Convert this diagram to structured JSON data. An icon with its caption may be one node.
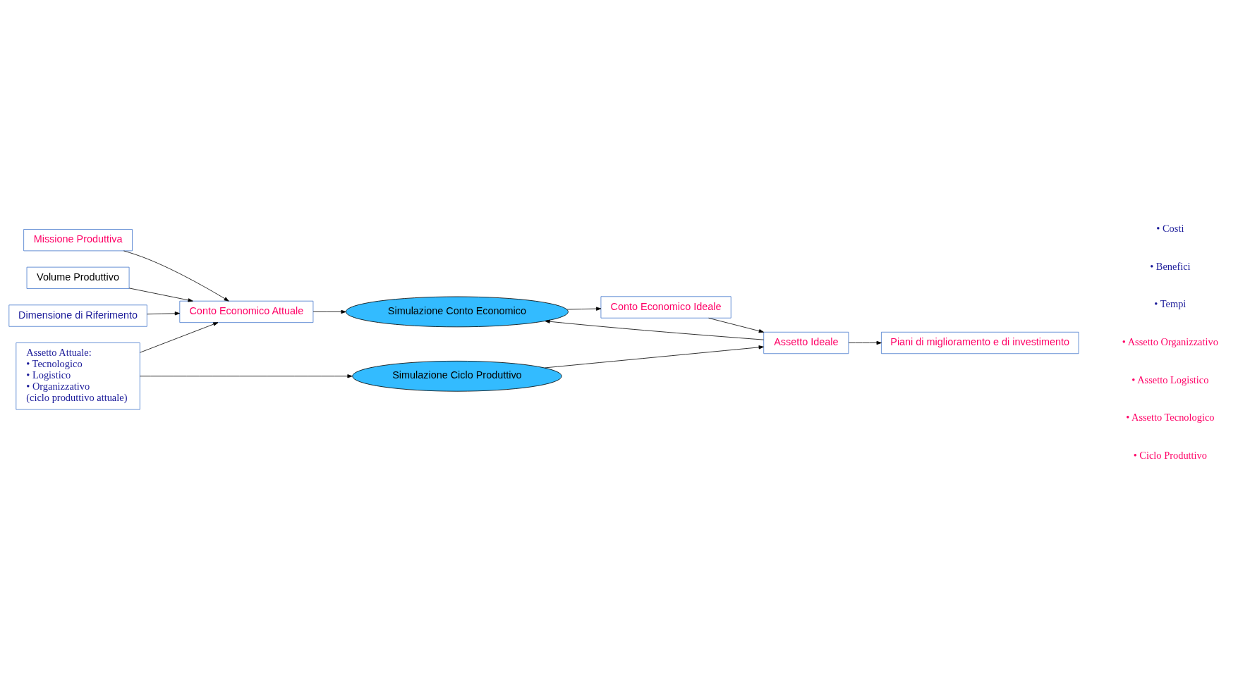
{
  "diagram": {
    "nodes": [
      {
        "text": [
          "Missione Produttiva"
        ]
      },
      {
        "text": [
          "Conto Economico Attuale"
        ]
      },
      {
        "text": [
          "Simulazione Conto Economico"
        ]
      },
      {
        "text": [
          "Conto Economico Ideale"
        ]
      },
      {
        "text": [
          "Volume Produttivo"
        ]
      },
      {
        "text": [
          "Dimensione di Riferimento"
        ]
      },
      {
        "text": [
          "Assetto Attuale:",
          "• Tecnologico",
          "• Logistico",
          "• Organizzativo",
          "(ciclo produttivo attuale)"
        ]
      },
      {
        "text": [
          "Assetto Ideale"
        ]
      },
      {
        "text": [
          "Simulazione Ciclo Produttivo"
        ]
      },
      {
        "text": [
          "Piani di miglioramento e di investimento"
        ]
      }
    ],
    "edges": [
      {
        "from": 0,
        "to": 1,
        "arrow": "to"
      },
      {
        "from": 1,
        "to": 2,
        "arrow": "to"
      },
      {
        "from": 2,
        "to": 3,
        "arrow": "to"
      },
      {
        "from": 4,
        "to": 1,
        "arrow": "to"
      },
      {
        "from": 5,
        "to": 1,
        "arrow": "to"
      },
      {
        "from": 6,
        "to": 1,
        "arrow": "to"
      },
      {
        "from": 6,
        "to": 8,
        "arrow": "to"
      },
      {
        "from": 8,
        "to": 7,
        "arrow": "to"
      },
      {
        "from": 3,
        "to": 7,
        "arrow": "to"
      },
      {
        "from": 7,
        "to": 2,
        "arrow": "to"
      },
      {
        "from": 7,
        "to": 9,
        "arrow": "to"
      }
    ],
    "labels": [
      "• Costi",
      "• Benefici",
      "• Tempi",
      "• Assetto Organizzativo",
      "• Assetto Logistico",
      "• Assetto Tecnologico",
      "• Ciclo Produttivo"
    ]
  }
}
